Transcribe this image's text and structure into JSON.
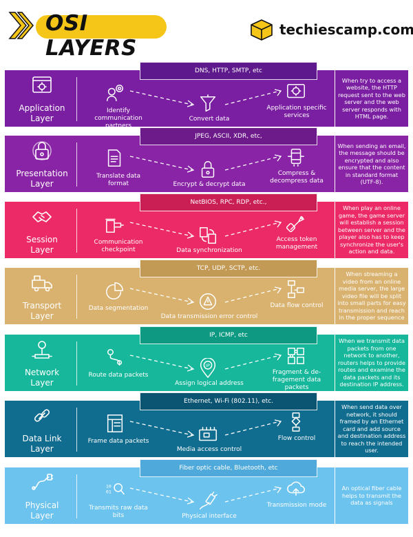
{
  "header": {
    "title": "OSI LAYERS",
    "brand": "techiescamp.com"
  },
  "layers": [
    {
      "name_line1": "Application",
      "name_line2": "Layer",
      "color": "#7b1fa2",
      "protocol_color": "#5e1a8c",
      "protocols": "DNS, HTTP, SMTP, etc",
      "step1": "Identify communication partners",
      "step2": "Convert data",
      "step3": "Application specific services",
      "example": "When try to access a website, the HTTP request sent to the web server and the web server responds with HTML page."
    },
    {
      "name_line1": "Presentation",
      "name_line2": "Layer",
      "color": "#8a24a6",
      "protocol_color": "#6d1a8a",
      "protocols": "JPEG, ASCII, XDR, etc,",
      "step1": "Translate data format",
      "step2": "Encrypt & decrypt data",
      "step3": "Compress & decompress data",
      "example": "When sending an email, the message should be encrypted and also ensure that the content in standard format (UTF-8)."
    },
    {
      "name_line1": "Session",
      "name_line2": "Layer",
      "color": "#ec2a67",
      "protocol_color": "#c91f55",
      "protocols": "NetBIOS, RPC, RDP, etc.,",
      "step1": "Communication checkpoint",
      "step2": "Data synchronization",
      "step3": "Access token management",
      "example": "When play an online game, the game server will establish a session between server and the player also has to keep synchronize the user's action and data."
    },
    {
      "name_line1": "Transport",
      "name_line2": "Layer",
      "color": "#d9b26f",
      "protocol_color": "#c39a55",
      "protocols": "TCP, UDP, SCTP, etc.",
      "step1": "Data segmentation",
      "step2": "Data transmission error control",
      "step3": "Data flow control",
      "example": "When streaming a video from an online media server, the large video file will be split into small parts for easy transmission and reach in the proper sequence"
    },
    {
      "name_line1": "Network",
      "name_line2": "Layer",
      "color": "#16b79b",
      "protocol_color": "#0e9a82",
      "protocols": "IP, ICMP, etc",
      "step1": "Route data packets",
      "step2": "Assign logical address",
      "step3": "Fragment & de-fragement data packets",
      "example": "When we transmit data packets from one network to another, routers helps to provide routes and examine the data packets and its destination IP address."
    },
    {
      "name_line1": "Data Link",
      "name_line2": "Layer",
      "color": "#116d8f",
      "protocol_color": "#0b5572",
      "protocols": "Ethernet, Wi-Fi (802.11), etc.",
      "step1": "Frame data packets",
      "step2": "Media access control",
      "step3": "Flow control",
      "example": "When send data over network, it should framed by an Ethernet card and add source and destination address to reach the intended user."
    },
    {
      "name_line1": "Physical",
      "name_line2": "Layer",
      "color": "#6cc3ee",
      "protocol_color": "#4faadb",
      "protocols": "Fiber optic cable, Bluetooth, etc",
      "step1": "Transmits raw data bits",
      "step2": "Physical interface",
      "step3": "Transmission mode",
      "example": "An optical fiber cable helps to transmit the data as signals"
    }
  ],
  "icons": {
    "layer_icons": [
      "app-window-gear-icon",
      "lock-icon",
      "handshake-icon",
      "truck-icon",
      "network-node-icon",
      "chain-link-icon",
      "cable-plug-icon"
    ],
    "step1_icons": [
      "person-target-icon",
      "document-icon",
      "server-rack-icon",
      "segments-circle-icon",
      "route-pins-icon",
      "frame-document-icon",
      "binary-magnifier-icon"
    ],
    "step2_icons": [
      "funnel-icon",
      "padlock-icon",
      "sync-documents-icon",
      "warning-circle-icon",
      "ip-pin-icon",
      "circuit-board-icon",
      "usb-cable-icon"
    ],
    "step3_icons": [
      "gear-screen-icon",
      "compress-icon",
      "token-tag-icon",
      "flowchart-icon",
      "puzzle-icon",
      "flow-diagram-icon",
      "cloud-upload-icon"
    ]
  }
}
